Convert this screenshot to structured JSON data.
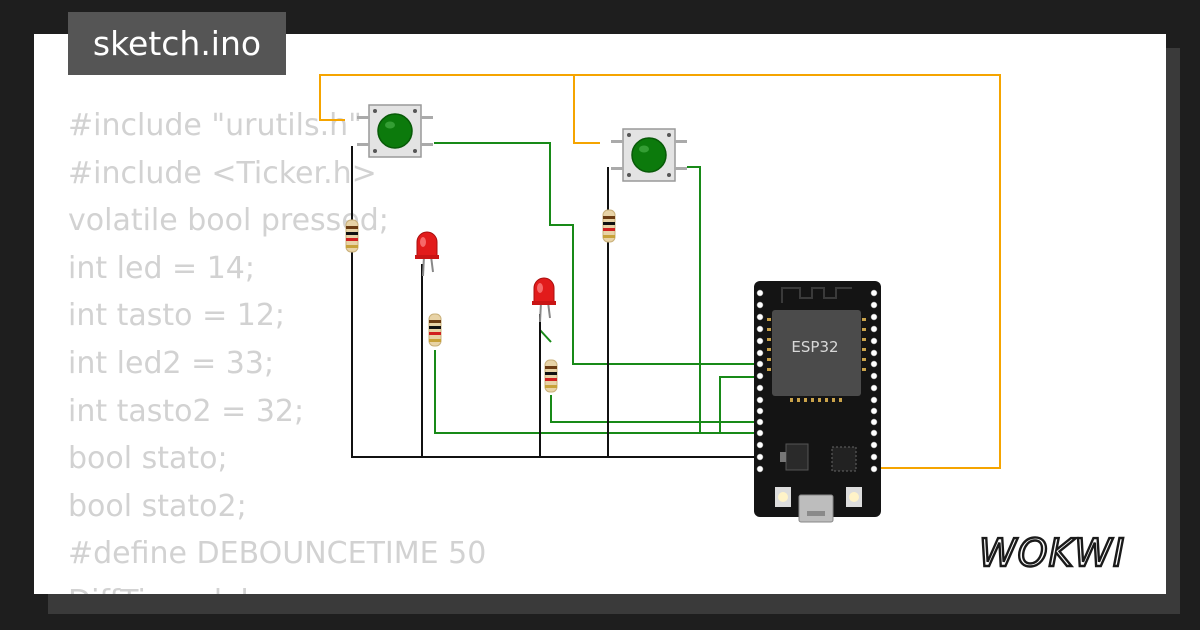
{
  "file_tab": {
    "label": "sketch.ino"
  },
  "code_lines": [
    "#include \"urutils.h\"",
    "#include <Ticker.h>",
    "volatile bool pressed;",
    "int led = 14;",
    "int tasto = 12;",
    "int led2 = 33;",
    "int tasto2 = 32;",
    "bool stato;",
    "bool stato2;",
    "#define DEBOUNCETIME 50",
    "DiffTime debounce;"
  ],
  "board": {
    "chip_label": "ESP32"
  },
  "brand": {
    "logo_text": "WOKWI"
  },
  "colors": {
    "background": "#1e1e1e",
    "card": "#ffffff",
    "code_text": "#d2d2d2",
    "tab_bg": "#555555",
    "wire_orange": "#f5a400",
    "wire_green": "#188a18",
    "wire_black": "#111111",
    "button_green": "#0c7a0c",
    "led_red": "#e21b1b",
    "board_black": "#141414"
  }
}
